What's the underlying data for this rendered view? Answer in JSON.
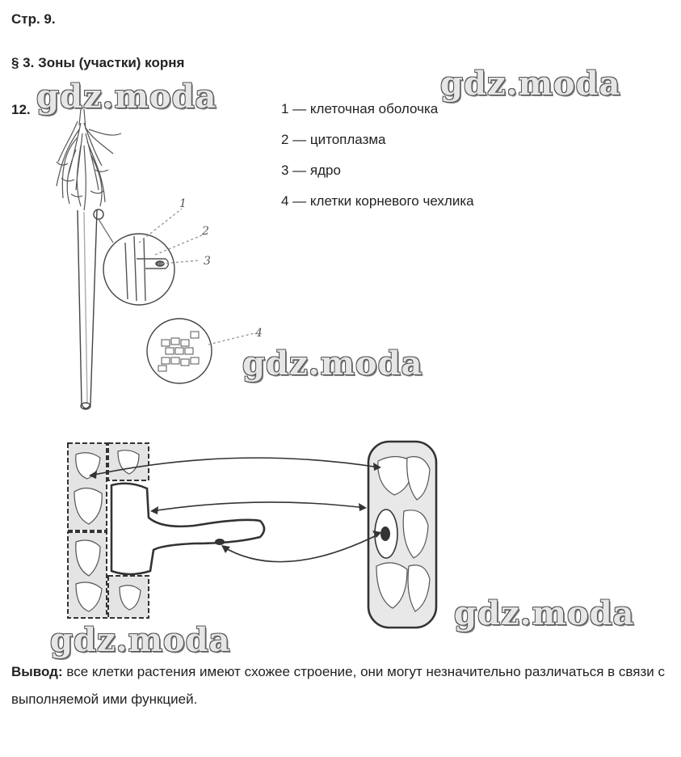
{
  "header": {
    "page_label": "Стр. 9.",
    "section_title": "§ 3. Зоны (участки) корня",
    "task_number": "12."
  },
  "legend": {
    "items": [
      "1 — клеточная оболочка",
      "2 — цитоплазма",
      "3 — ядро",
      "4 — клетки корневого чехлика"
    ]
  },
  "figure_labels": [
    "1",
    "2",
    "3",
    "4"
  ],
  "watermark": "gdz.moda",
  "conclusion": {
    "label": "Вывод:",
    "text": "все клетки растения имеют схожее строение, они могут незначительно различаться в связи с выполняемой ими функцией."
  }
}
